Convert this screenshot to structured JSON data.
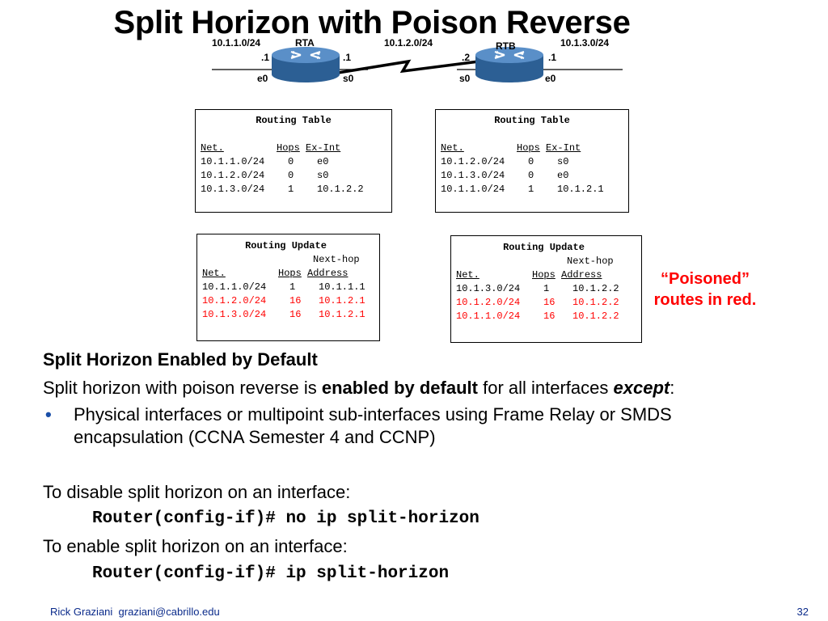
{
  "title": "Split Horizon with Poison Reverse",
  "topology": {
    "net1": "10.1.1.0/24",
    "net2": "10.1.2.0/24",
    "net3": "10.1.3.0/24",
    "rta": {
      "name": "RTA",
      "e0_host": ".1",
      "s0_host": ".1",
      "e0_label": "e0",
      "s0_label": "s0"
    },
    "rtb": {
      "name": "RTB",
      "s0_host": ".2",
      "e0_host": ".1",
      "s0_label": "s0",
      "e0_label": "e0"
    }
  },
  "rta_table": {
    "title": "Routing Table",
    "col_net": "Net.",
    "col_hops": "Hops",
    "col_exint": "Ex-Int",
    "rows": [
      {
        "net": "10.1.1.0/24",
        "hops": "0",
        "iface": "e0"
      },
      {
        "net": "10.1.2.0/24",
        "hops": "0",
        "iface": "s0"
      },
      {
        "net": "10.1.3.0/24",
        "hops": "1",
        "iface": "10.1.2.2"
      }
    ]
  },
  "rtb_table": {
    "title": "Routing Table",
    "col_net": "Net.",
    "col_hops": "Hops",
    "col_exint": "Ex-Int",
    "rows": [
      {
        "net": "10.1.2.0/24",
        "hops": "0",
        "iface": "s0"
      },
      {
        "net": "10.1.3.0/24",
        "hops": "0",
        "iface": "e0"
      },
      {
        "net": "10.1.1.0/24",
        "hops": "1",
        "iface": "10.1.2.1"
      }
    ]
  },
  "rta_update": {
    "title": "Routing Update",
    "col_nexthop_top": "Next-hop",
    "col_net": "Net.",
    "col_hops": "Hops",
    "col_addr": "Address",
    "rows": [
      {
        "net": "10.1.1.0/24",
        "hops": "1",
        "addr": "10.1.1.1",
        "poisoned": false
      },
      {
        "net": "10.1.2.0/24",
        "hops": "16",
        "addr": "10.1.2.1",
        "poisoned": true
      },
      {
        "net": "10.1.3.0/24",
        "hops": "16",
        "addr": "10.1.2.1",
        "poisoned": true
      }
    ]
  },
  "rtb_update": {
    "title": "Routing Update",
    "col_nexthop_top": "Next-hop",
    "col_net": "Net.",
    "col_hops": "Hops",
    "col_addr": "Address",
    "rows": [
      {
        "net": "10.1.3.0/24",
        "hops": "1",
        "addr": "10.1.2.2",
        "poisoned": false
      },
      {
        "net": "10.1.2.0/24",
        "hops": "16",
        "addr": "10.1.2.2",
        "poisoned": true
      },
      {
        "net": "10.1.1.0/24",
        "hops": "16",
        "addr": "10.1.2.2",
        "poisoned": true
      }
    ]
  },
  "poison_note": {
    "line1": "“Poisoned”",
    "line2": "routes in red."
  },
  "body": {
    "heading": "Split Horizon Enabled by Default",
    "line1_pre": "Split horizon with poison reverse is ",
    "line1_bold": "enabled by default",
    "line1_mid": " for all interfaces ",
    "line1_bi": "except",
    "line1_post": ":",
    "bullet": "•",
    "bullet_line1": "Physical interfaces or multipoint sub-interfaces using Frame Relay or SMDS",
    "bullet_line2": "encapsulation (CCNA Semester 4 and CCNP)",
    "disable_label": "To disable split horizon on an interface:",
    "disable_cmd": "Router(config-if)# no ip split-horizon",
    "enable_label": "To enable split horizon on an interface:",
    "enable_cmd": "Router(config-if)# ip split-horizon"
  },
  "footer": {
    "author": "Rick Graziani",
    "email": "graziani@cabrillo.edu",
    "page": "32"
  },
  "colors": {
    "router": "#5a8fc8",
    "router_dark": "#2c5f94",
    "poison": "#ff0000",
    "footer": "#0a2a8a"
  }
}
